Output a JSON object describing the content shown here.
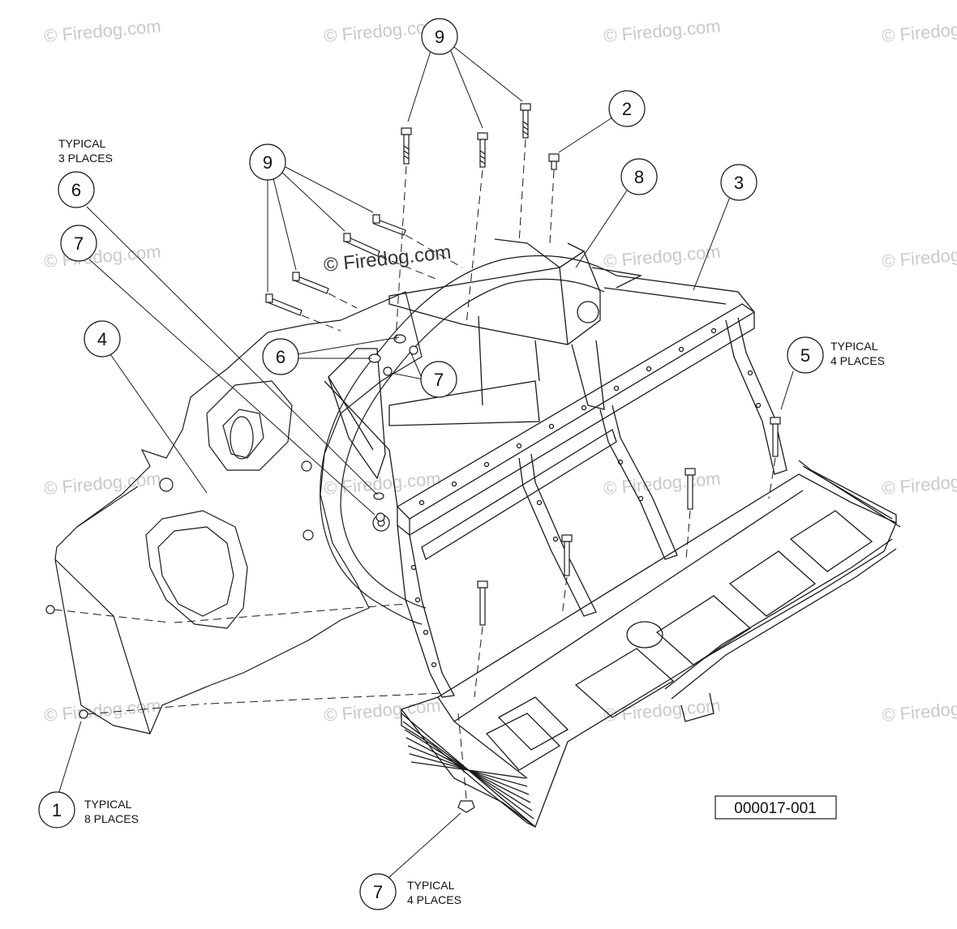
{
  "watermark": {
    "text": "© Firedog.com",
    "main_text": "© Firedog.com"
  },
  "callouts": [
    {
      "id": "c9a",
      "label": "9"
    },
    {
      "id": "c2",
      "label": "2"
    },
    {
      "id": "c9b",
      "label": "9"
    },
    {
      "id": "c8",
      "label": "8"
    },
    {
      "id": "c3",
      "label": "3"
    },
    {
      "id": "c6a",
      "label": "6"
    },
    {
      "id": "c7a",
      "label": "7"
    },
    {
      "id": "c4",
      "label": "4"
    },
    {
      "id": "c6b",
      "label": "6"
    },
    {
      "id": "c7b",
      "label": "7"
    },
    {
      "id": "c5",
      "label": "5"
    },
    {
      "id": "c1",
      "label": "1"
    },
    {
      "id": "c7c",
      "label": "7"
    }
  ],
  "notes": [
    {
      "id": "n6",
      "lines": [
        "TYPICAL",
        "3 PLACES"
      ]
    },
    {
      "id": "n5",
      "lines": [
        "TYPICAL",
        "4 PLACES"
      ]
    },
    {
      "id": "n1",
      "lines": [
        "TYPICAL",
        "8 PLACES"
      ]
    },
    {
      "id": "n7",
      "lines": [
        "TYPICAL",
        "4 PLACES"
      ]
    }
  ],
  "drawing_number": "000017-001",
  "colors": {
    "line": "#1a1a1a",
    "watermark": "#c9c9c9",
    "background": "#ffffff"
  }
}
